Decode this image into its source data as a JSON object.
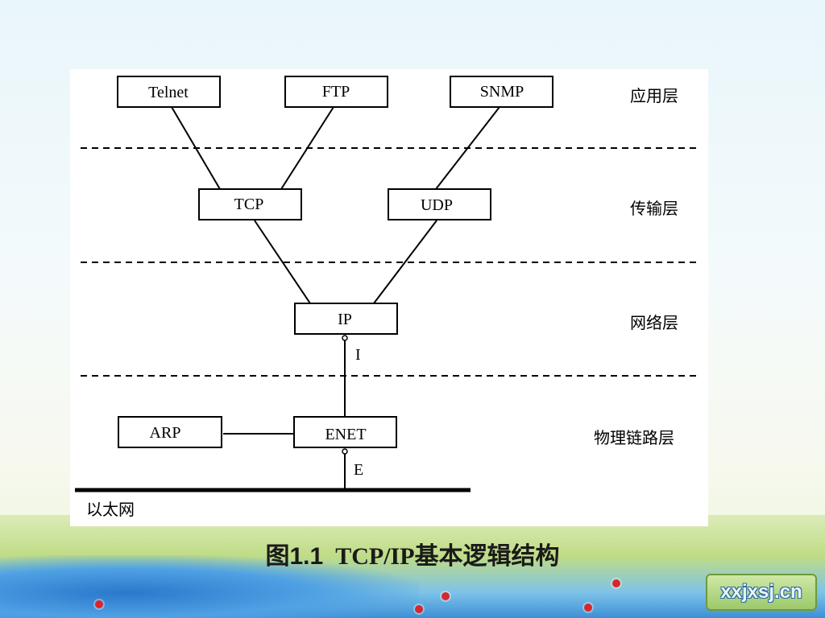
{
  "diagram": {
    "layers": {
      "application": "应用层",
      "transport": "传输层",
      "network": "网络层",
      "physical": "物理链路层"
    },
    "nodes": {
      "telnet": "Telnet",
      "ftp": "FTP",
      "snmp": "SNMP",
      "tcp": "TCP",
      "udp": "UDP",
      "ip": "IP",
      "enet": "ENET",
      "arp": "ARP"
    },
    "interfaces": {
      "i": "I",
      "e": "E"
    },
    "ethernet_label": "以太网"
  },
  "caption": {
    "prefix": "图",
    "number": "1.1",
    "title": "TCP/IP基本逻辑结构"
  },
  "watermark": {
    "logo_text": "xxjxsj.cn"
  }
}
